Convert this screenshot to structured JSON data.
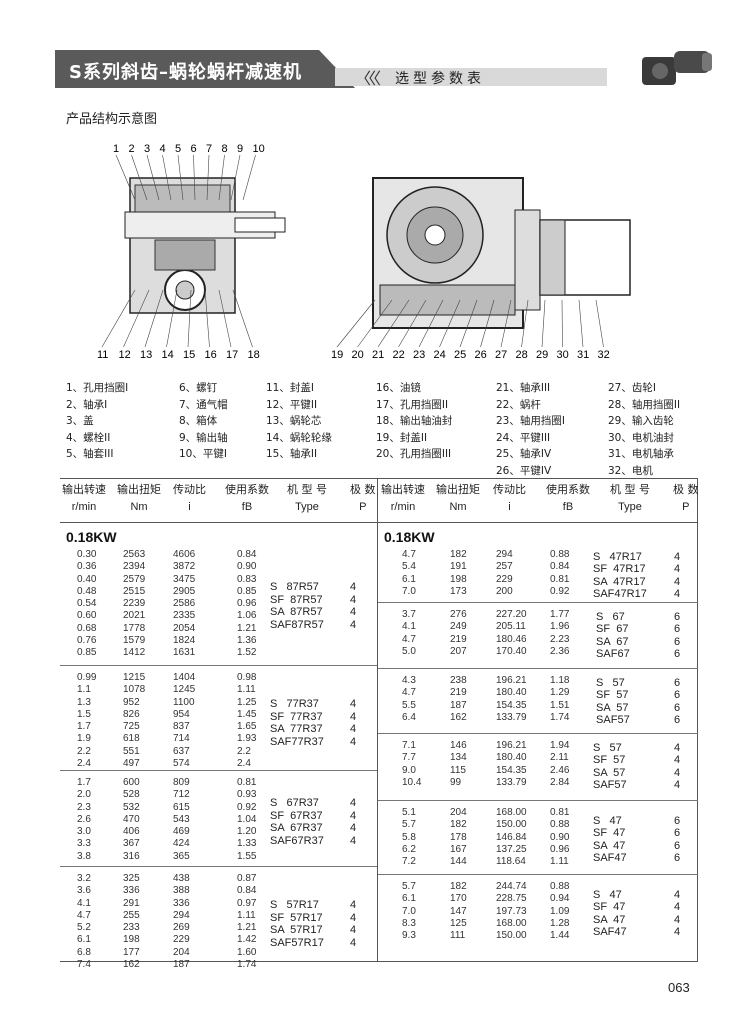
{
  "header": {
    "title": "S系列斜齿–蜗轮蜗杆减速机",
    "subtitle": "选型参数表",
    "chevrons": "〈〈〈"
  },
  "section_title": "产品结构示意图",
  "diagram_left": {
    "top_callouts": [
      "1",
      "2",
      "3",
      "4",
      "5",
      "6",
      "7",
      "8",
      "9",
      "10"
    ],
    "bottom_callouts": [
      "11",
      "12",
      "13",
      "14",
      "15",
      "16",
      "17",
      "18"
    ]
  },
  "diagram_right": {
    "bottom_callouts": [
      "19",
      "20",
      "21",
      "22",
      "23",
      "24",
      "25",
      "26",
      "27",
      "28",
      "29",
      "30",
      "31",
      "32"
    ]
  },
  "parts": [
    [
      "1、孔用挡圈I",
      "2、轴承I",
      "3、盖",
      "4、螺栓II",
      "5、轴套III"
    ],
    [
      "6、螺钉",
      "7、通气帽",
      "8、箱体",
      "9、输出轴",
      "10、平键I"
    ],
    [
      "11、封盖I",
      "12、平键II",
      "13、蜗轮芯",
      "14、蜗轮轮缘",
      "15、轴承II"
    ],
    [
      "16、油镜",
      "17、孔用挡圈II",
      "18、输出轴油封",
      "19、封盖II",
      "20、孔用挡圈III"
    ],
    [
      "21、轴承III",
      "22、蜗杆",
      "23、轴用挡圈I",
      "24、平键III",
      "25、轴承IV",
      "26、平键IV"
    ],
    [
      "27、齿轮I",
      "28、轴用挡圈II",
      "29、输入齿轮",
      "30、电机油封",
      "31、电机轴承",
      "32、电机"
    ]
  ],
  "table": {
    "headers": [
      {
        "cn": "输出转速",
        "en": "r/min"
      },
      {
        "cn": "输出扭矩",
        "en": "Nm"
      },
      {
        "cn": "传动比",
        "en": "i"
      },
      {
        "cn": "使用系数",
        "en": "fB"
      },
      {
        "cn": "机 型 号",
        "en": "Type"
      },
      {
        "cn": "极 数",
        "en": "P"
      }
    ],
    "left": [
      {
        "kw": "0.18KW",
        "rows": [
          [
            "0.30",
            "2563",
            "4606",
            "0.84"
          ],
          [
            "0.36",
            "2394",
            "3872",
            "0.90"
          ],
          [
            "0.40",
            "2579",
            "3475",
            "0.83"
          ],
          [
            "0.48",
            "2515",
            "2905",
            "0.85"
          ],
          [
            "0.54",
            "2239",
            "2586",
            "0.96"
          ],
          [
            "0.60",
            "2021",
            "2335",
            "1.06"
          ],
          [
            "0.68",
            "1778",
            "2054",
            "1.21"
          ],
          [
            "0.76",
            "1579",
            "1824",
            "1.36"
          ],
          [
            "0.85",
            "1412",
            "1631",
            "1.52"
          ]
        ],
        "types": [
          "S   87R57",
          "SF  87R57",
          "SA  87R57",
          "SAF87R57"
        ],
        "poles": [
          "4",
          "4",
          "4",
          "4"
        ]
      },
      {
        "rows": [
          [
            "0.99",
            "1215",
            "1404",
            "0.98"
          ],
          [
            "1.1",
            "1078",
            "1245",
            "1.11"
          ],
          [
            "1.3",
            "952",
            "1100",
            "1.25"
          ],
          [
            "1.5",
            "826",
            "954",
            "1.45"
          ],
          [
            "1.7",
            "725",
            "837",
            "1.65"
          ],
          [
            "1.9",
            "618",
            "714",
            "1.93"
          ],
          [
            "2.2",
            "551",
            "637",
            "2.2"
          ],
          [
            "2.4",
            "497",
            "574",
            "2.4"
          ]
        ],
        "types": [
          "S   77R37",
          "SF  77R37",
          "SA  77R37",
          "SAF77R37"
        ],
        "poles": [
          "4",
          "4",
          "4",
          "4"
        ]
      },
      {
        "rows": [
          [
            "1.7",
            "600",
            "809",
            "0.81"
          ],
          [
            "2.0",
            "528",
            "712",
            "0.93"
          ],
          [
            "2.3",
            "532",
            "615",
            "0.92"
          ],
          [
            "2.6",
            "470",
            "543",
            "1.04"
          ],
          [
            "3.0",
            "406",
            "469",
            "1.20"
          ],
          [
            "3.3",
            "367",
            "424",
            "1.33"
          ],
          [
            "3.8",
            "316",
            "365",
            "1.55"
          ]
        ],
        "types": [
          "S   67R37",
          "SF  67R37",
          "SA  67R37",
          "SAF67R37"
        ],
        "poles": [
          "4",
          "4",
          "4",
          "4"
        ]
      },
      {
        "rows": [
          [
            "3.2",
            "325",
            "438",
            "0.87"
          ],
          [
            "3.6",
            "336",
            "388",
            "0.84"
          ],
          [
            "4.1",
            "291",
            "336",
            "0.97"
          ],
          [
            "4.7",
            "255",
            "294",
            "1.11"
          ],
          [
            "5.2",
            "233",
            "269",
            "1.21"
          ],
          [
            "6.1",
            "198",
            "229",
            "1.42"
          ],
          [
            "6.8",
            "177",
            "204",
            "1.60"
          ],
          [
            "7.4",
            "162",
            "187",
            "1.74"
          ]
        ],
        "types": [
          "S   57R17",
          "SF  57R17",
          "SA  57R17",
          "SAF57R17"
        ],
        "poles": [
          "4",
          "4",
          "4",
          "4"
        ]
      }
    ],
    "right": [
      {
        "kw": "0.18KW",
        "rows": [
          [
            "4.7",
            "182",
            "294",
            "0.88"
          ],
          [
            "5.4",
            "191",
            "257",
            "0.84"
          ],
          [
            "6.1",
            "198",
            "229",
            "0.81"
          ],
          [
            "7.0",
            "173",
            "200",
            "0.92"
          ]
        ],
        "types": [
          "S   47R17",
          "SF  47R17",
          "SA  47R17",
          "SAF47R17"
        ],
        "poles": [
          "4",
          "4",
          "4",
          "4"
        ]
      },
      {
        "rows": [
          [
            "3.7",
            "276",
            "227.20",
            "1.77"
          ],
          [
            "4.1",
            "249",
            "205.11",
            "1.96"
          ],
          [
            "4.7",
            "219",
            "180.46",
            "2.23"
          ],
          [
            "5.0",
            "207",
            "170.40",
            "2.36"
          ]
        ],
        "types": [
          " S   67",
          " SF  67",
          " SA  67",
          " SAF67"
        ],
        "poles": [
          "6",
          "6",
          "6",
          "6"
        ]
      },
      {
        "rows": [
          [
            "4.3",
            "238",
            "196.21",
            "1.18"
          ],
          [
            "4.7",
            "219",
            "180.40",
            "1.29"
          ],
          [
            "5.5",
            "187",
            "154.35",
            "1.51"
          ],
          [
            "6.4",
            "162",
            "133.79",
            "1.74"
          ]
        ],
        "types": [
          " S   57",
          " SF  57",
          " SA  57",
          " SAF57"
        ],
        "poles": [
          "6",
          "6",
          "6",
          "6"
        ]
      },
      {
        "rows": [
          [
            "7.1",
            "146",
            "196.21",
            "1.94"
          ],
          [
            "7.7",
            "134",
            "180.40",
            "2.11"
          ],
          [
            "9.0",
            "115",
            "154.35",
            "2.46"
          ],
          [
            "10.4",
            "99",
            "133.79",
            "2.84"
          ]
        ],
        "types": [
          "S   57",
          "SF  57",
          "SA  57",
          "SAF57"
        ],
        "poles": [
          "4",
          "4",
          "4",
          "4"
        ]
      },
      {
        "rows": [
          [
            "5.1",
            "204",
            "168.00",
            "0.81"
          ],
          [
            "5.7",
            "182",
            "150.00",
            "0.88"
          ],
          [
            "5.8",
            "178",
            "146.84",
            "0.90"
          ],
          [
            "6.2",
            "167",
            "137.25",
            "0.96"
          ],
          [
            "7.2",
            "144",
            "118.64",
            "1.11"
          ]
        ],
        "types": [
          "S   47",
          "SF  47",
          "SA  47",
          "SAF47"
        ],
        "poles": [
          "6",
          "6",
          "6",
          "6"
        ]
      },
      {
        "rows": [
          [
            "5.7",
            "182",
            "244.74",
            "0.88"
          ],
          [
            "6.1",
            "170",
            "228.75",
            "0.94"
          ],
          [
            "7.0",
            "147",
            "197.73",
            "1.09"
          ],
          [
            "8.3",
            "125",
            "168.00",
            "1.28"
          ],
          [
            "9.3",
            "111",
            "150.00",
            "1.44"
          ]
        ],
        "types": [
          "S   47",
          "SF  47",
          "SA  47",
          "SAF47"
        ],
        "poles": [
          "4",
          "4",
          "4",
          "4"
        ]
      }
    ]
  },
  "page_number": "063"
}
